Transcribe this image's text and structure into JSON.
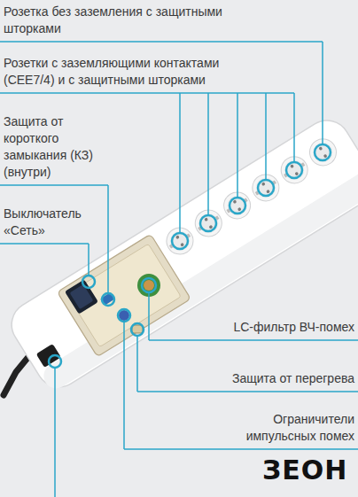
{
  "diagram": {
    "labels": [
      "Розетка без заземления с защитными шторками",
      "Розетки с заземляющими контактами (CEE7/4) и с защитными шторками",
      "Защита от короткого замыкания (КЗ) (внутри)",
      "Выключатель «Сеть»",
      "LC-фильтр ВЧ-помех",
      "Защита от перегрева",
      "Ограничители импульсных помех",
      "ЗЕОН"
    ]
  }
}
